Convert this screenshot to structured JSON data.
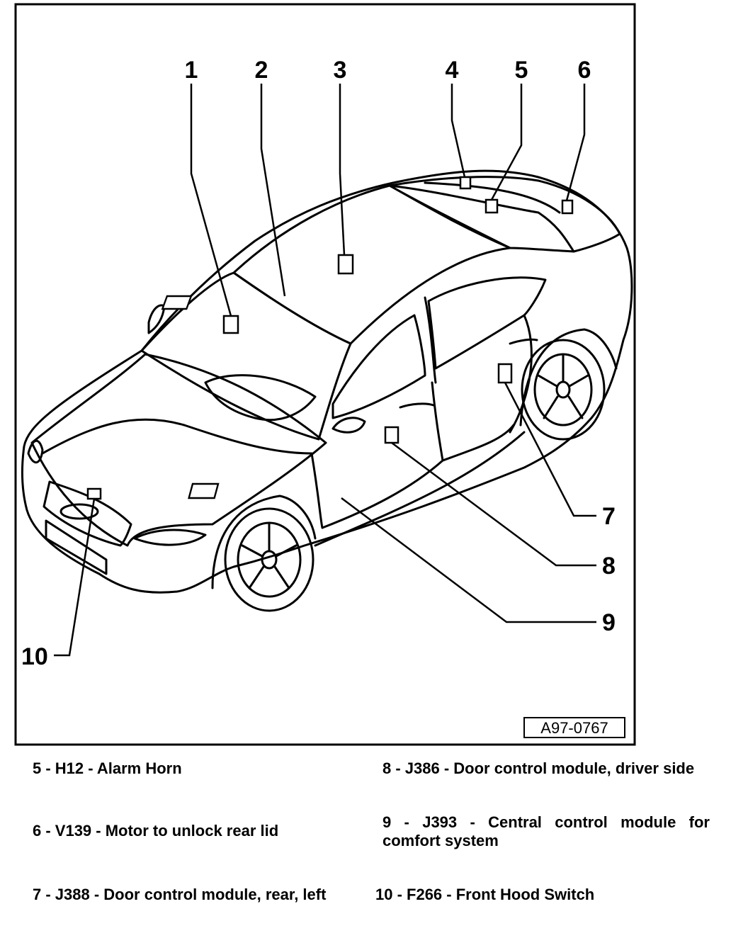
{
  "diagram": {
    "reference": "A97-0767",
    "callouts": [
      "1",
      "2",
      "3",
      "4",
      "5",
      "6",
      "7",
      "8",
      "9",
      "10"
    ]
  },
  "legend": [
    {
      "text": "5 - H12 - Alarm Horn"
    },
    {
      "text": "6 - V139 - Motor to unlock rear lid"
    },
    {
      "text": "7 - J388 - Door control module, rear, left"
    },
    {
      "text": "8 - J386 - Door control module, driver side"
    },
    {
      "text": "9 - J393 - Central control module for comfort system"
    },
    {
      "text": "10 - F266 - Front Hood Switch"
    }
  ]
}
